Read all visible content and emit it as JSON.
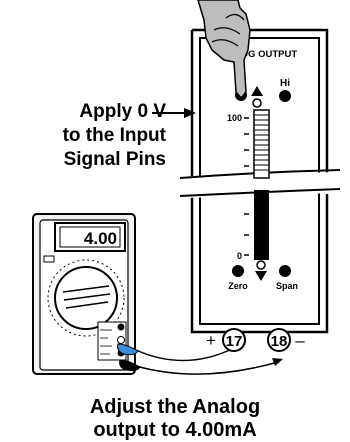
{
  "panel": {
    "title": "LOG OUTPUT",
    "hi_label": "Hi",
    "scale_top": "100",
    "scale_bottom": "0",
    "zero_label": "Zero",
    "span_label": "Span"
  },
  "instruction": {
    "line1": "Apply 0 V",
    "line2": "to the Input",
    "line3": "Signal Pins"
  },
  "multimeter": {
    "display": "4.00"
  },
  "terminals": {
    "positive_sign": "+",
    "positive_number": "17",
    "negative_number": "18",
    "negative_sign": "–"
  },
  "caption": {
    "line1": "Adjust the Analog",
    "line2": "output to 4.00mA"
  },
  "colors": {
    "probe_positive": "#3b8fd6",
    "panel_fill": "#ffffff",
    "stroke": "#000000",
    "multimeter_body": "#f2f2f2"
  }
}
